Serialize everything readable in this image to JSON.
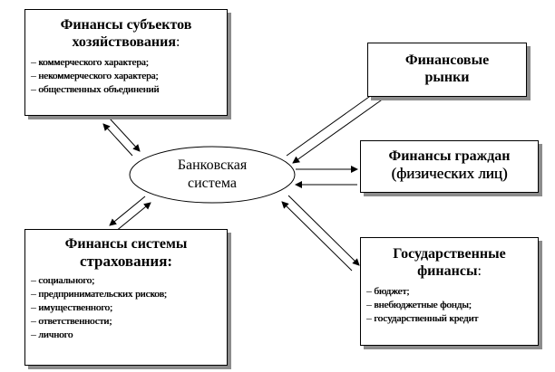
{
  "center": {
    "line1": "Банковская",
    "line2": "система"
  },
  "enterprises": {
    "title_line1": "Финансы субъектов",
    "title_line2": "хозяйствования",
    "title_suffix": ":",
    "items": [
      "– коммерческого  характера;",
      "– некоммерческого  характера;",
      "– общественных  объединений"
    ]
  },
  "markets": {
    "title_line1": "Финансовые",
    "title_line2": "рынки"
  },
  "citizens": {
    "title_line1": "Финансы граждан",
    "title_line2": "(физических  лиц)"
  },
  "insurance": {
    "title_line1": "Финансы системы",
    "title_line2": "страхования:",
    "items": [
      "– социального;",
      "– предпринимательских рисков;",
      "– имущественного;",
      "– ответственности;",
      "– личного"
    ]
  },
  "state": {
    "title_line1": "Государственные",
    "title_line2": "финансы",
    "title_suffix": ":",
    "items": [
      "– бюджет;",
      "– внебюджетные фонды;",
      "– государственный кредит"
    ]
  }
}
